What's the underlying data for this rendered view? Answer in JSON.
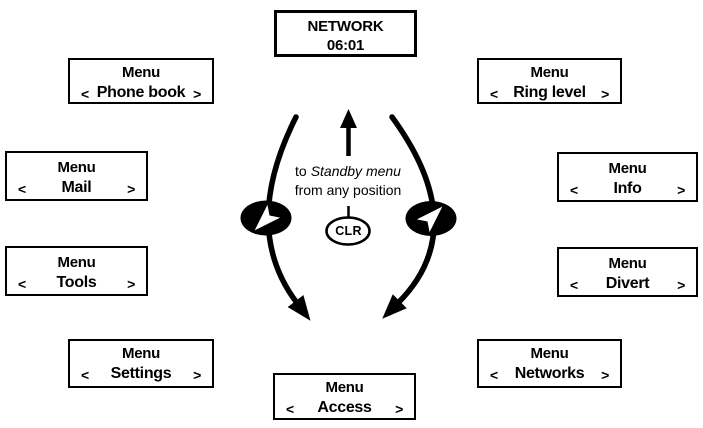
{
  "colors": {
    "ink": "#000000",
    "background": "#ffffff"
  },
  "display_box": {
    "line1": "NETWORK",
    "line2": "06:01"
  },
  "menu_boxes": [
    {
      "id": "phone-book",
      "title": "Menu",
      "label": "Phone book",
      "left_arrow": "<",
      "right_arrow": ">"
    },
    {
      "id": "ring-level",
      "title": "Menu",
      "label": "Ring level",
      "left_arrow": "<",
      "right_arrow": ">"
    },
    {
      "id": "mail",
      "title": "Menu",
      "label": "Mail",
      "left_arrow": "<",
      "right_arrow": ">"
    },
    {
      "id": "info",
      "title": "Menu",
      "label": "Info",
      "left_arrow": "<",
      "right_arrow": ">"
    },
    {
      "id": "tools",
      "title": "Menu",
      "label": "Tools",
      "left_arrow": "<",
      "right_arrow": ">"
    },
    {
      "id": "divert",
      "title": "Menu",
      "label": "Divert",
      "left_arrow": "<",
      "right_arrow": ">"
    },
    {
      "id": "settings",
      "title": "Menu",
      "label": "Settings",
      "left_arrow": "<",
      "right_arrow": ">"
    },
    {
      "id": "networks",
      "title": "Menu",
      "label": "Networks",
      "left_arrow": "<",
      "right_arrow": ">"
    },
    {
      "id": "access",
      "title": "Menu",
      "label": "Access",
      "left_arrow": "<",
      "right_arrow": ">"
    }
  ],
  "center": {
    "standby_prefix": "to",
    "standby_italic": "Standby menu",
    "standby_line2": "from any position",
    "clr_key_label": "CLR",
    "icons": {
      "up_arrow": "arrow-up",
      "left_cycle_arrow": "arc-arrow-down-left-side",
      "right_cycle_arrow": "arc-arrow-down-right-side",
      "left_key": "arrow-down-left-key",
      "right_key": "arrow-up-right-key"
    }
  }
}
